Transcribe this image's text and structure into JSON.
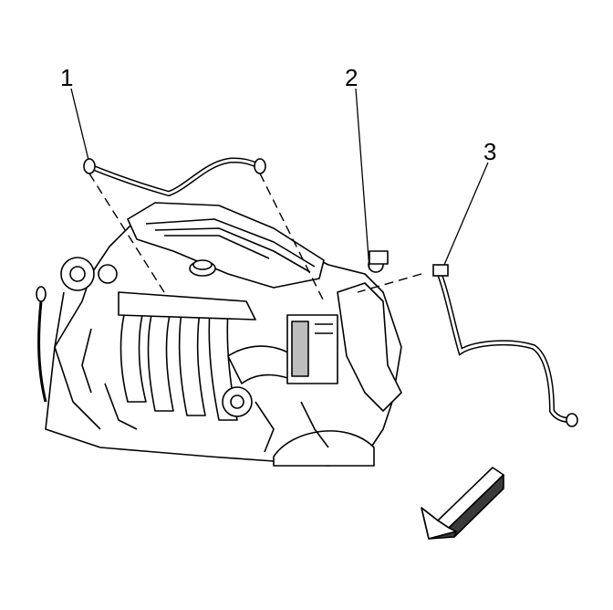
{
  "callouts": [
    {
      "id": "1",
      "label": "1"
    },
    {
      "id": "2",
      "label": "2"
    },
    {
      "id": "3",
      "label": "3"
    }
  ],
  "colors": {
    "line": "#000000",
    "fill_light": "#ffffff",
    "fill_shade": "#bdbdbd",
    "fill_dark": "#3a3a3a"
  },
  "icons": {
    "direction_arrow": "front-direction-arrow-icon"
  }
}
